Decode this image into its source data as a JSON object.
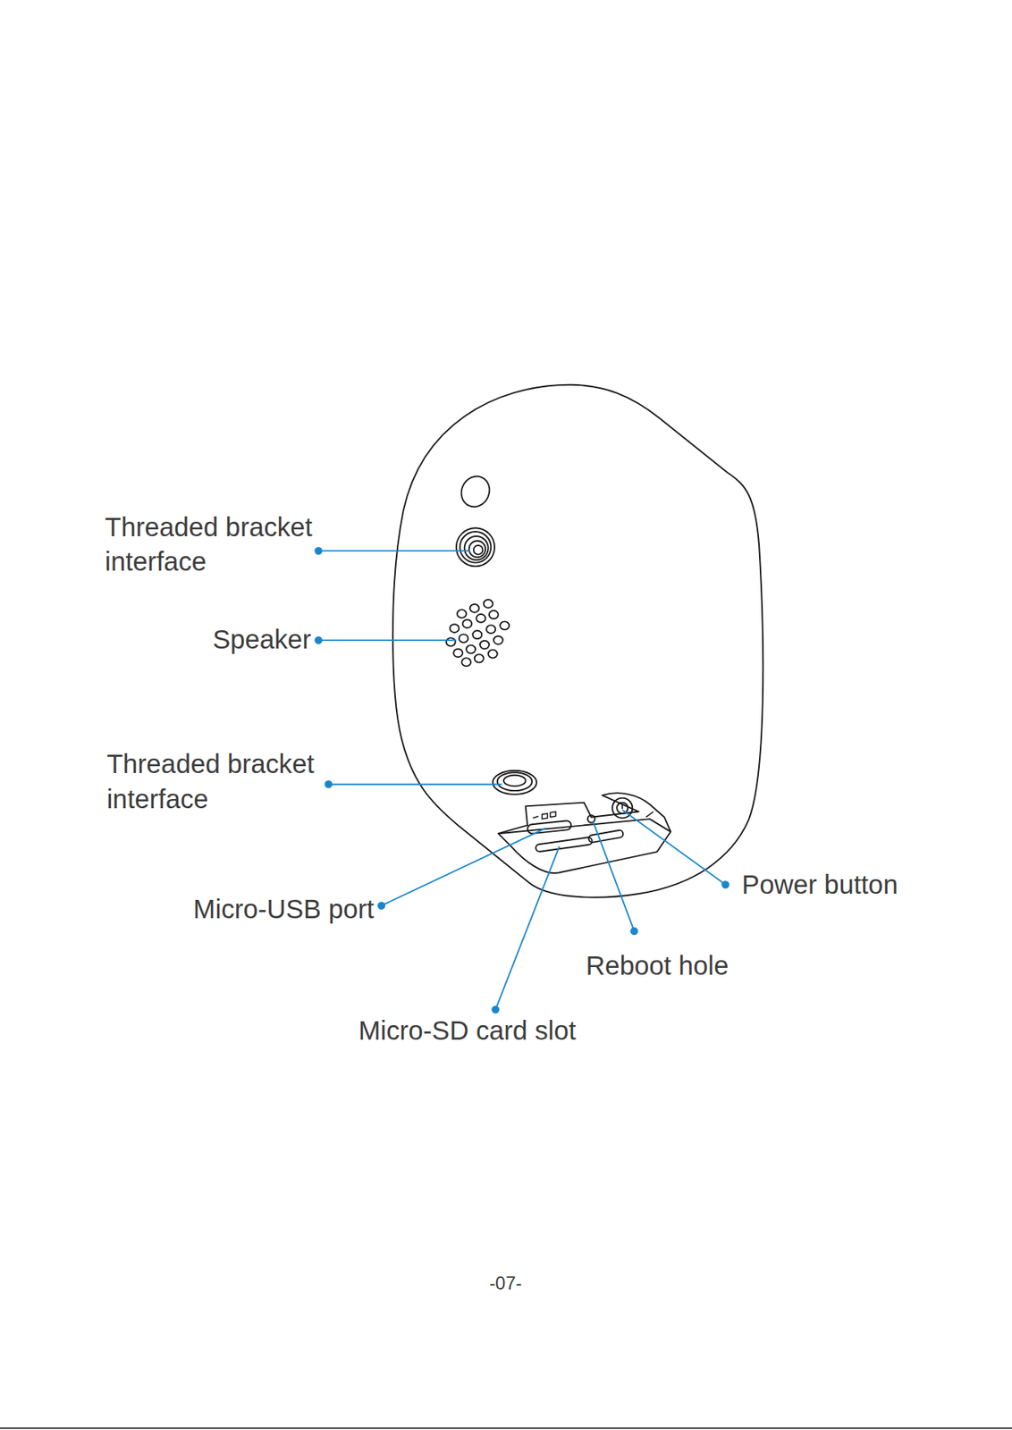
{
  "diagram": {
    "labels": [
      "Threaded bracket interface",
      "Speaker",
      "Threaded bracket interface",
      "Micro-USB port",
      "Power button",
      "Reboot hole",
      "Micro-SD card slot",
      "-07-"
    ]
  }
}
